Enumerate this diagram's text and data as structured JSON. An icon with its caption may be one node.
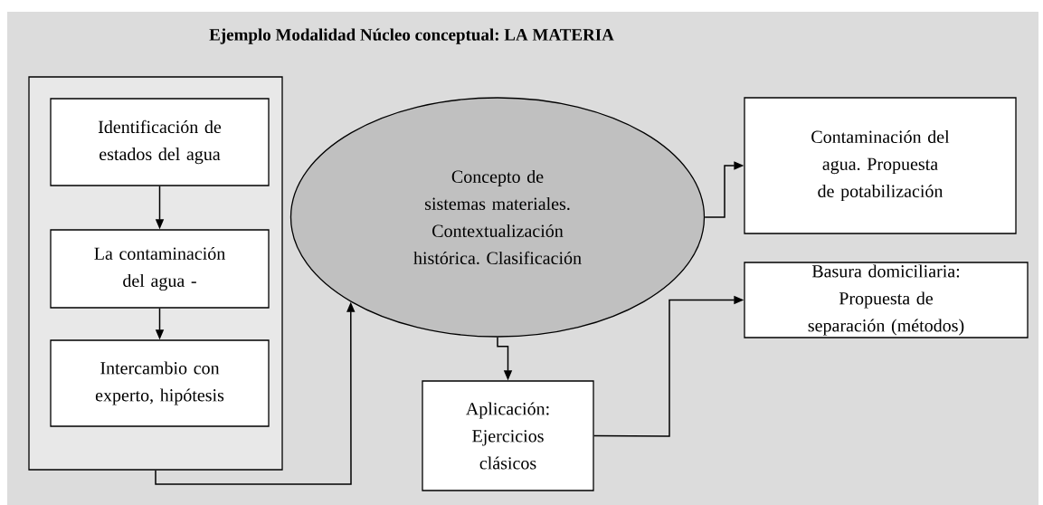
{
  "diagram": {
    "title": "Ejemplo Modalidad Núcleo conceptual: LA MATERIA",
    "nodes": [
      {
        "text": [],
        "shape": "box"
      },
      {
        "text": [
          "Identificación de estados del agua"
        ],
        "in": 0
      },
      {
        "text": [
          "La contaminación del agua -"
        ],
        "in": 0
      },
      {
        "text": [
          "Intercambio con experto, hipótesis"
        ],
        "in": 0
      },
      {
        "text": [
          "Concepto de sistemas materiales. Contextualización histórica. Clasificación"
        ]
      },
      {
        "text": [
          "Contaminación del agua. Propuesta de potabilización"
        ]
      },
      {
        "text": [
          "Basura domiciliaria: Propuesta de separación (métodos)"
        ]
      },
      {
        "text": [
          "Aplicación: Ejercicios clásicos"
        ]
      }
    ],
    "edges": [
      {
        "from": 1,
        "to": 2,
        "arrow": "to"
      },
      {
        "from": 2,
        "to": 3,
        "arrow": "to"
      },
      {
        "from": 0,
        "to": 4,
        "arrow": "to"
      },
      {
        "from": 4,
        "to": 5,
        "arrow": "to"
      },
      {
        "from": 4,
        "to": 7,
        "arrow": "to"
      },
      {
        "from": 7,
        "to": 6,
        "arrow": "to"
      }
    ]
  }
}
